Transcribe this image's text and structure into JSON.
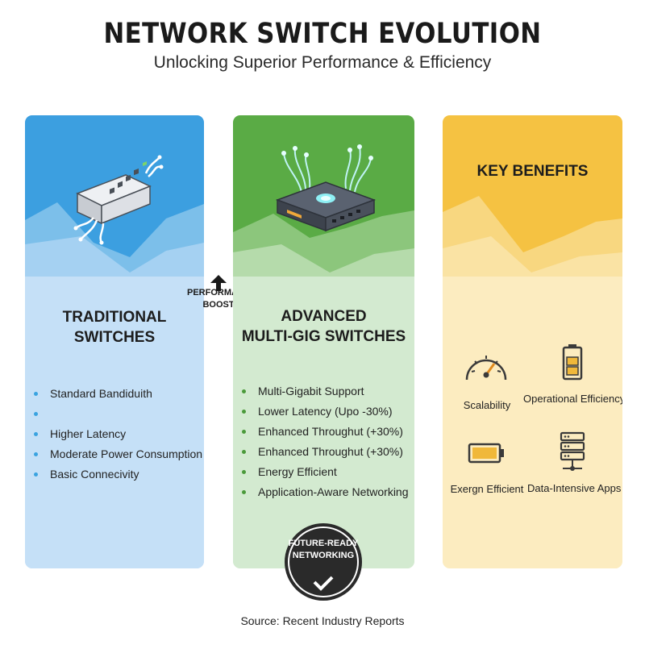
{
  "header": {
    "title": "NETWORK SWITCH EVOLUTION",
    "subtitle": "Unlocking Superior Performance & Efficiency"
  },
  "traditional": {
    "heading_line1": "TRADITIONAL",
    "heading_line2": "SWITCHES",
    "items": [
      "Standard Bandiduith",
      "",
      "Higher Latency",
      "Moderate Power Consumption",
      "Basic Connecivity"
    ],
    "accent_color": "#3aa3e0",
    "icon": "network-switch-icon"
  },
  "boost": {
    "line1": "PERFORMANCE",
    "line2": "BOOST",
    "icon": "arrow-up-icon"
  },
  "advanced": {
    "heading_line1": "ADVANCED",
    "heading_line2": "MULTI-GIG SWITCHES",
    "items": [
      "Multi-Gigabit Support",
      "Lower Latency (Upo -30%)",
      "Enhanced Throughut (+30%)",
      "Enhanced Throughut (+30%)",
      "Energy Efficient",
      "Application-Aware Networking"
    ],
    "accent_color": "#5aab45",
    "icon": "multi-gig-switch-icon"
  },
  "benefits": {
    "heading": "KEY BENEFITS",
    "items": [
      {
        "label": "Scalability",
        "icon": "gauge-icon"
      },
      {
        "label": "Operational Efficiency",
        "icon": "battery-icon"
      },
      {
        "label": "Exergn Efficient",
        "icon": "battery-horizontal-icon"
      },
      {
        "label": "Data-Intensive Apps",
        "icon": "server-stack-icon"
      }
    ],
    "accent_color": "#f5c242"
  },
  "badge": {
    "line1": "FUTURE-READY",
    "line2": "NETWORKING",
    "icon": "checkmark-icon"
  },
  "footer": {
    "source": "Source: Recent Industry Reports"
  }
}
